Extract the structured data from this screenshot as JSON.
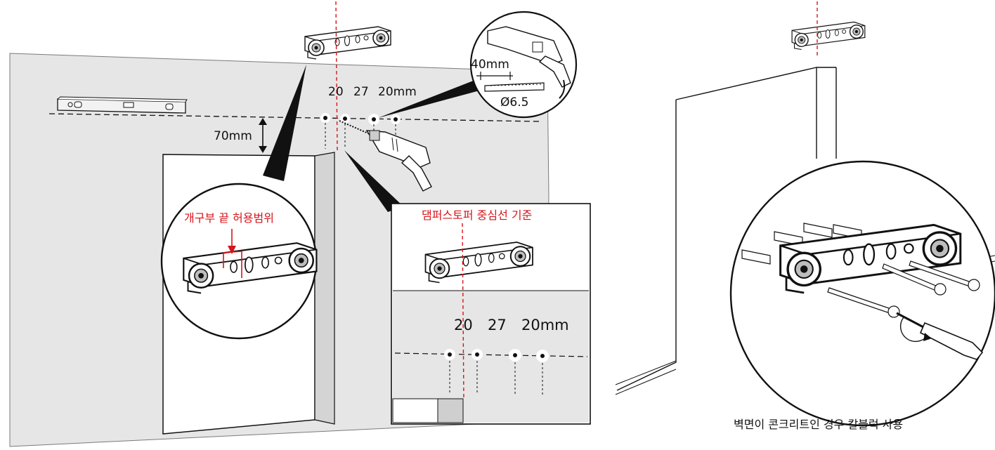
{
  "measurements": {
    "hole_spacing": [
      "20",
      "27",
      "20mm"
    ],
    "height_from_opening": "70mm",
    "drill_depth": "40mm",
    "drill_diameter": "Ø6.5"
  },
  "callouts": {
    "opening_tolerance": "개구부 끝 허용범위",
    "damper_center": "댐퍼스토퍼 중심선 기준"
  },
  "caption": "벽면이 콘크리트인 경우 칼블럭 사용",
  "colors": {
    "guide_red": "#d7141a",
    "wall": "#e6e6e6",
    "wall_dark": "#d4d4d4",
    "line": "#111111"
  }
}
